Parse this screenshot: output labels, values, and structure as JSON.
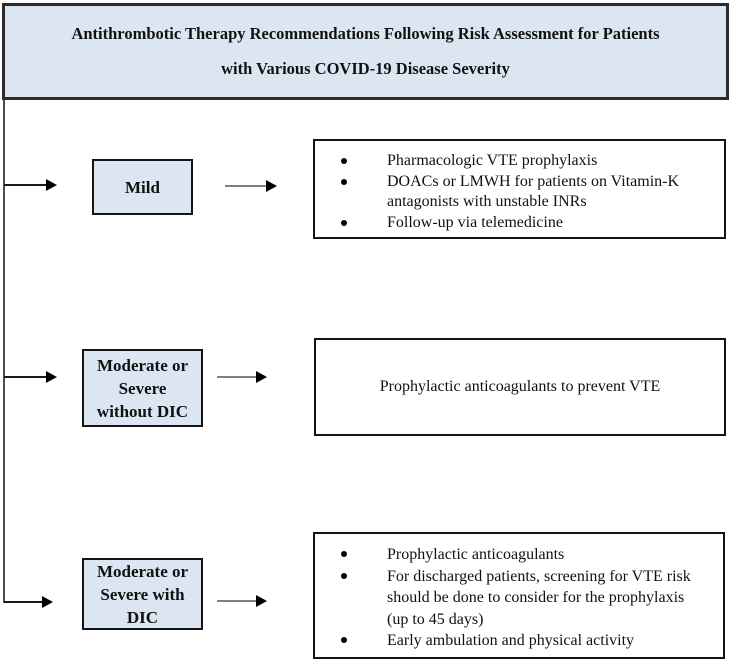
{
  "title": {
    "lines": [
      "Antithrombotic Therapy Recommendations Following Risk Assessment for Patients",
      "with Various COVID-19 Disease Severity"
    ]
  },
  "colors": {
    "box_fill_blue": "#dce6f2",
    "border_dark": "#141414",
    "arrow_black": "#000000",
    "arrow_gray_shaft": "#808080",
    "background": "#ffffff"
  },
  "rows": [
    {
      "label": {
        "lines": [
          "Mild"
        ]
      },
      "recommendations": {
        "type": "bullets",
        "items": [
          {
            "lines": [
              "Pharmacologic VTE prophylaxis"
            ]
          },
          {
            "lines": [
              "DOACs or LMWH for patients on Vitamin-K",
              "antagonists with unstable INRs"
            ]
          },
          {
            "lines": [
              "Follow-up via telemedicine"
            ]
          }
        ]
      }
    },
    {
      "label": {
        "lines": [
          "Moderate or",
          "Severe",
          "without DIC"
        ]
      },
      "recommendations": {
        "type": "text",
        "text": "Prophylactic anticoagulants to prevent VTE"
      }
    },
    {
      "label": {
        "lines": [
          "Moderate or",
          "Severe with",
          "DIC"
        ]
      },
      "recommendations": {
        "type": "bullets",
        "items": [
          {
            "lines": [
              "Prophylactic anticoagulants"
            ]
          },
          {
            "lines": [
              "For discharged patients, screening for VTE risk",
              "should be done to consider for the prophylaxis",
              "(up to 45 days)"
            ]
          },
          {
            "lines": [
              "Early ambulation and physical activity"
            ]
          }
        ]
      }
    }
  ]
}
